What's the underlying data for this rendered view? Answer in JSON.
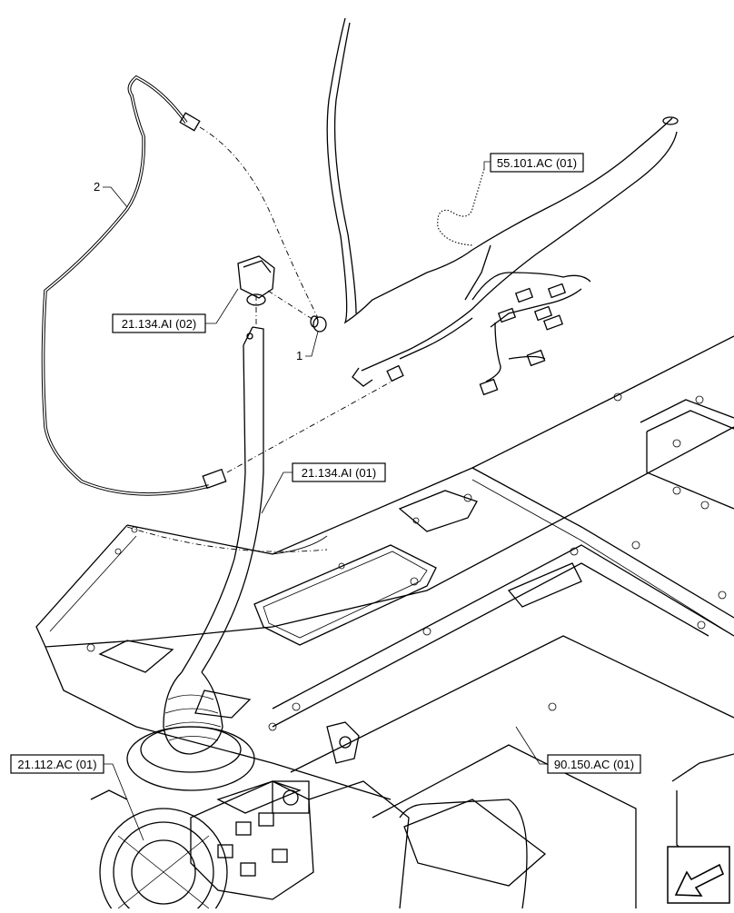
{
  "labels": {
    "harness_ref": "55.101.AC (01)",
    "switch_ref": "21.134.AI (02)",
    "lever_ref": "21.134.AI (01)",
    "transmission_ref": "21.112.AC (01)",
    "frame_ref": "90.150.AC (01)"
  },
  "callouts": {
    "item_1": "1",
    "item_2": "2"
  },
  "icons": {
    "nav_arrow": "next-page-arrow-icon"
  }
}
